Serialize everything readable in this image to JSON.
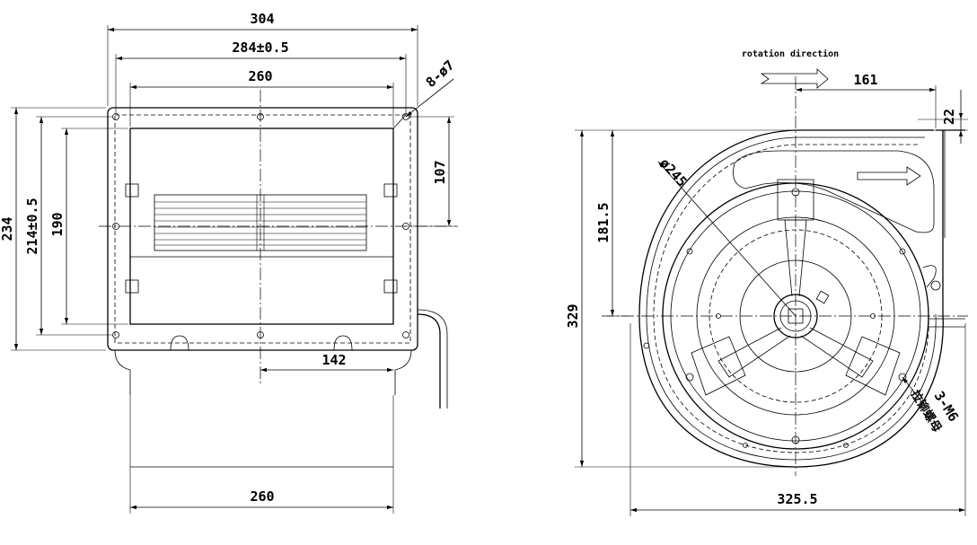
{
  "front_view": {
    "dims": {
      "overall_width": "304",
      "hole_pitch_width": "284±0.5",
      "inner_width": "260",
      "hole_spec": "8-ø7",
      "overall_height": "234",
      "hole_pitch_height": "214±0.5",
      "inner_height": "190",
      "upper_offset": "107",
      "shaft_offset": "142",
      "bottom_width": "260"
    }
  },
  "side_view": {
    "rotation_label": "rotation direction",
    "dims": {
      "outlet_offset": "161",
      "flange": "22",
      "impeller_diameter": "ø245",
      "upper_height": "181.5",
      "overall_height": "329",
      "overall_width": "325.5",
      "mount_thread": "3-M6",
      "mount_note": "拉铆螺母"
    }
  }
}
